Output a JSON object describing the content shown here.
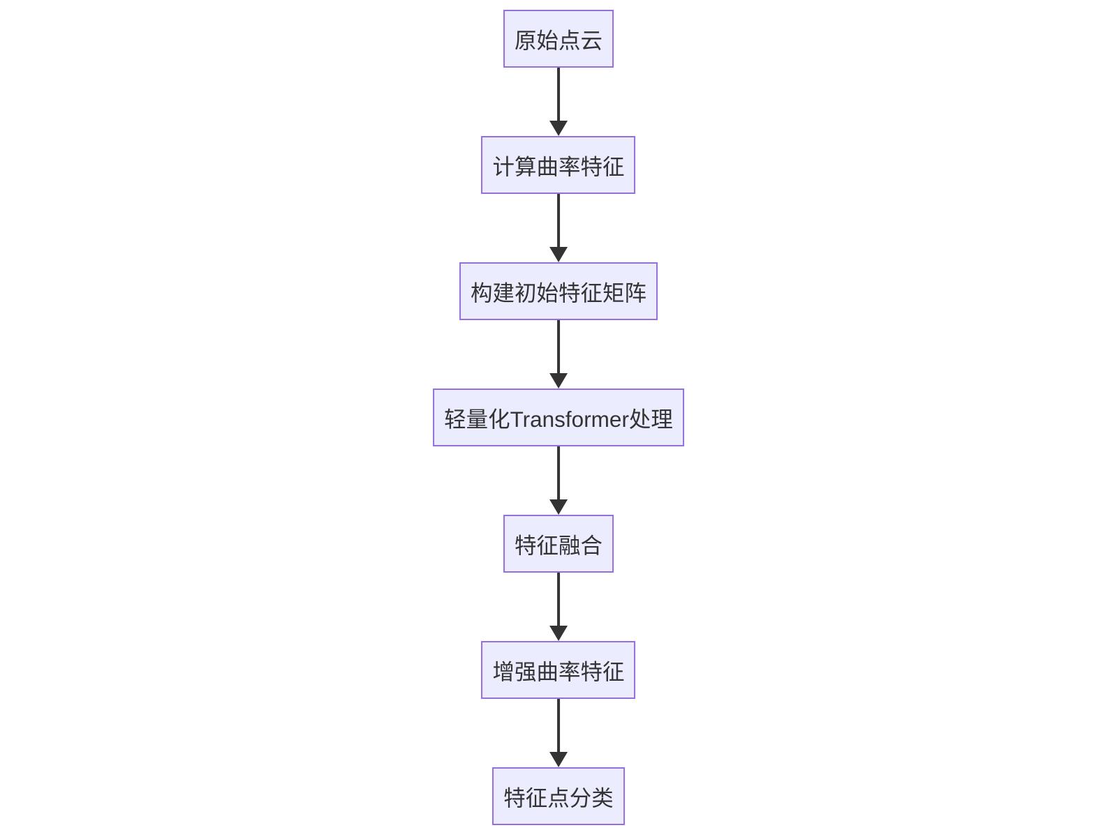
{
  "diagram": {
    "type": "flowchart",
    "direction": "top-down",
    "colors": {
      "background": "#ffffff",
      "node_fill": "#ececff",
      "node_border": "#9370db",
      "node_text": "#333333",
      "arrow": "#333333"
    },
    "nodes": [
      {
        "label": "原始点云"
      },
      {
        "label": "计算曲率特征"
      },
      {
        "label": "构建初始特征矩阵"
      },
      {
        "label": "轻量化Transformer处理"
      },
      {
        "label": "特征融合"
      },
      {
        "label": "增强曲率特征"
      },
      {
        "label": "特征点分类"
      }
    ],
    "edges": [
      {
        "from": "原始点云",
        "to": "计算曲率特征"
      },
      {
        "from": "计算曲率特征",
        "to": "构建初始特征矩阵"
      },
      {
        "from": "构建初始特征矩阵",
        "to": "轻量化Transformer处理"
      },
      {
        "from": "轻量化Transformer处理",
        "to": "特征融合"
      },
      {
        "from": "特征融合",
        "to": "增强曲率特征"
      },
      {
        "from": "增强曲率特征",
        "to": "特征点分类"
      }
    ]
  }
}
